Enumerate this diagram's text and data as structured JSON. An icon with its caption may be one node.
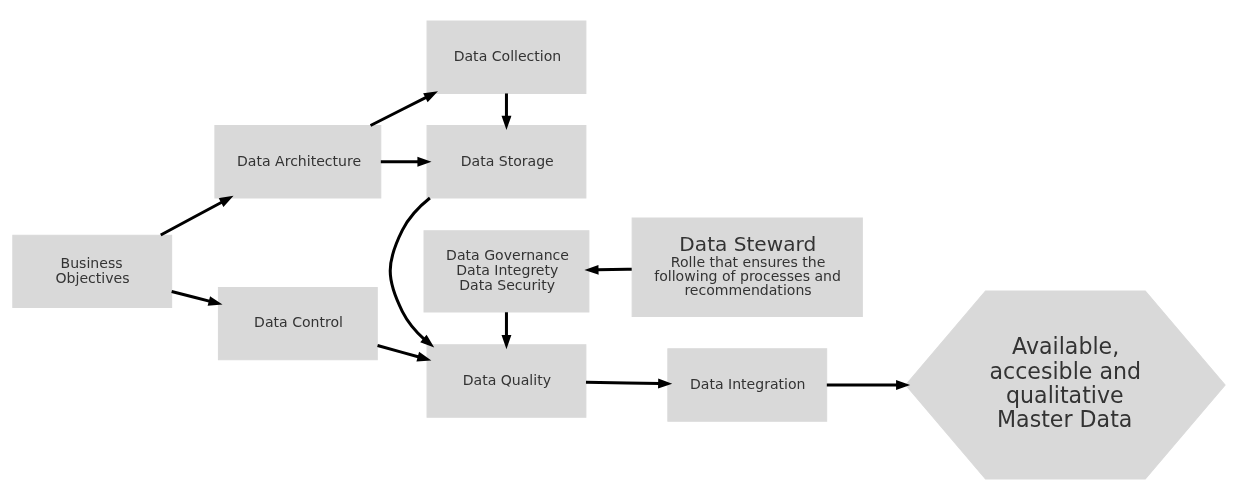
{
  "diagram": {
    "nodes": [
      {
        "text": [
          "Business Objectives"
        ]
      },
      {
        "text": [
          "Data Architecture"
        ]
      },
      {
        "text": [
          "Data Control"
        ]
      },
      {
        "text": [
          "Data Collection"
        ]
      },
      {
        "text": [
          "Data Storage"
        ]
      },
      {
        "text": [
          "Data Quality"
        ]
      },
      {
        "text": [
          "Data Integration"
        ]
      },
      {
        "text": [
          "Available, accesible and qualitative Master Data"
        ]
      },
      {
        "text": [
          "Data Steward",
          "Rolle that ensures the following of processes and recommendations"
        ]
      },
      {
        "text": [
          "Data Governance",
          "Data Integrety",
          "Data Security"
        ]
      }
    ],
    "edges": [
      {
        "from": 0,
        "to": 1,
        "arrow": "to"
      },
      {
        "from": 0,
        "to": 2,
        "arrow": "to"
      },
      {
        "from": 1,
        "to": 3,
        "arrow": "to"
      },
      {
        "from": 1,
        "to": 4,
        "arrow": "to"
      },
      {
        "from": 3,
        "to": 4,
        "arrow": "to"
      },
      {
        "from": 4,
        "to": 5,
        "arrow": "to"
      },
      {
        "from": 2,
        "to": 5,
        "arrow": "to"
      },
      {
        "from": 5,
        "to": 6,
        "arrow": "to"
      },
      {
        "from": 6,
        "to": 7,
        "arrow": "to"
      },
      {
        "from": 9,
        "to": 5,
        "arrow": "to"
      },
      {
        "from": 8,
        "to": 9,
        "arrow": "to"
      }
    ]
  }
}
